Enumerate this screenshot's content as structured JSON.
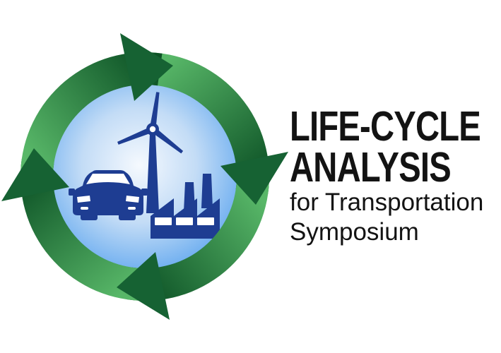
{
  "title": {
    "line1": "LIFE-CYCLE",
    "line2": "ANALYSIS"
  },
  "subtitle": {
    "line1": "for Transportation",
    "line2": "Symposium"
  },
  "logo": {
    "icons": {
      "cycle": "cycle-arrows-icon",
      "globe": "globe-circle",
      "car": "car-icon",
      "turbine": "wind-turbine-icon",
      "factory": "factory-icon"
    },
    "colors": {
      "arrow_dark": "#166233",
      "band_light": "#58b768",
      "band_dark": "#0d5226",
      "globe_center": "#f5f9fe",
      "globe_mid": "#c3dcf6",
      "globe_edge": "#62a8ef",
      "silhouette_navy": "#1e3d92",
      "detail_white": "#ffffff",
      "text": "#131313"
    }
  }
}
